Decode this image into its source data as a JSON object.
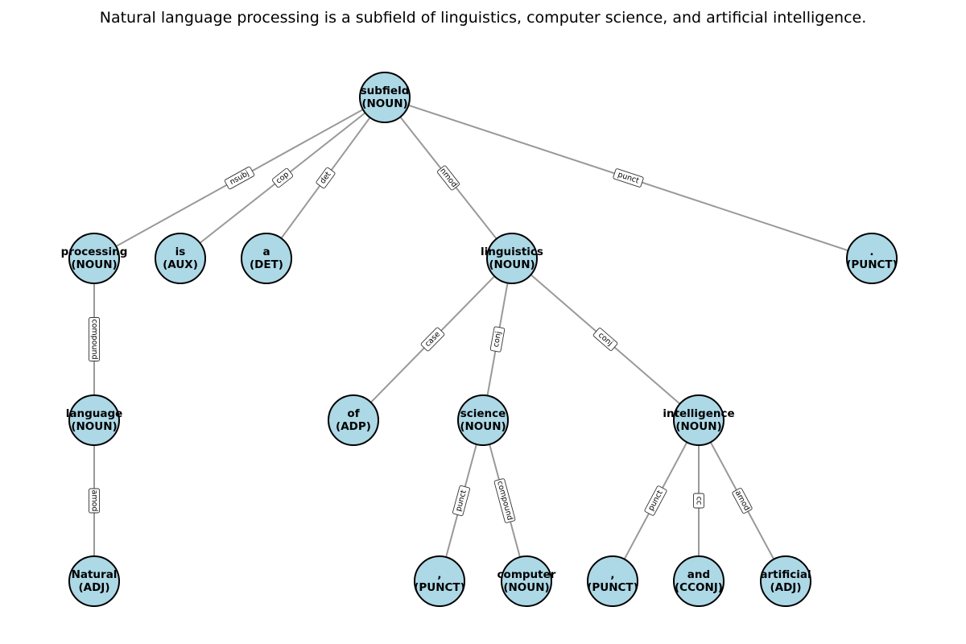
{
  "title": "Natural language processing is a subfield of linguistics, computer science, and artificial intelligence.",
  "colors": {
    "node_fill": "#add8e6",
    "edge": "#999999"
  },
  "nodes": [
    {
      "id": "subfield",
      "word": "subfield",
      "pos": "(NOUN)"
    },
    {
      "id": "processing",
      "word": "processing",
      "pos": "(NOUN)"
    },
    {
      "id": "is",
      "word": "is",
      "pos": "(AUX)"
    },
    {
      "id": "a",
      "word": "a",
      "pos": "(DET)"
    },
    {
      "id": "linguistics",
      "word": "linguistics",
      "pos": "(NOUN)"
    },
    {
      "id": "period",
      "word": ".",
      "pos": "(PUNCT)"
    },
    {
      "id": "language",
      "word": "language",
      "pos": "(NOUN)"
    },
    {
      "id": "of",
      "word": "of",
      "pos": "(ADP)"
    },
    {
      "id": "science",
      "word": "science",
      "pos": "(NOUN)"
    },
    {
      "id": "intelligence",
      "word": "intelligence",
      "pos": "(NOUN)"
    },
    {
      "id": "natural",
      "word": "Natural",
      "pos": "(ADJ)"
    },
    {
      "id": "comma1",
      "word": ",",
      "pos": "(PUNCT)"
    },
    {
      "id": "computer",
      "word": "computer",
      "pos": "(NOUN)"
    },
    {
      "id": "comma2",
      "word": ",",
      "pos": "(PUNCT)"
    },
    {
      "id": "and",
      "word": "and",
      "pos": "(CCONJ)"
    },
    {
      "id": "artificial",
      "word": "artificial",
      "pos": "(ADJ)"
    }
  ],
  "edges": [
    {
      "from": "subfield",
      "to": "processing",
      "label": "nsubj"
    },
    {
      "from": "subfield",
      "to": "is",
      "label": "cop"
    },
    {
      "from": "subfield",
      "to": "a",
      "label": "det"
    },
    {
      "from": "subfield",
      "to": "linguistics",
      "label": "nmod"
    },
    {
      "from": "subfield",
      "to": "period",
      "label": "punct"
    },
    {
      "from": "processing",
      "to": "language",
      "label": "compound"
    },
    {
      "from": "language",
      "to": "natural",
      "label": "amod"
    },
    {
      "from": "linguistics",
      "to": "of",
      "label": "case"
    },
    {
      "from": "linguistics",
      "to": "science",
      "label": "conj"
    },
    {
      "from": "linguistics",
      "to": "intelligence",
      "label": "conj"
    },
    {
      "from": "science",
      "to": "comma1",
      "label": "punct"
    },
    {
      "from": "science",
      "to": "computer",
      "label": "compound"
    },
    {
      "from": "intelligence",
      "to": "comma2",
      "label": "punct"
    },
    {
      "from": "intelligence",
      "to": "and",
      "label": "cc"
    },
    {
      "from": "intelligence",
      "to": "artificial",
      "label": "amod"
    }
  ]
}
